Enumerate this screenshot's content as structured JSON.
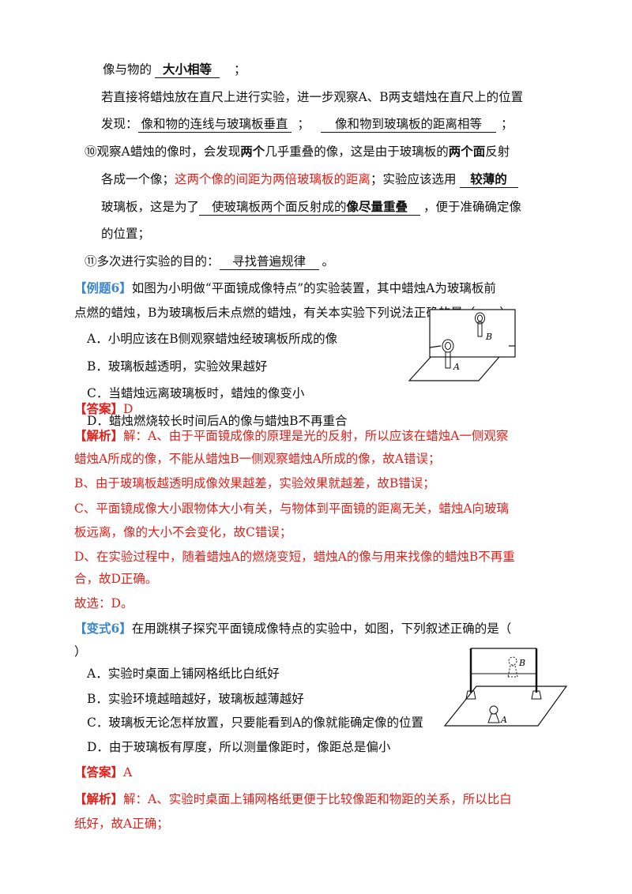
{
  "p1": {
    "a_pre": "像与物的",
    "a_ans": "大小相等",
    "a_post": "；",
    "b": "若直接将蜡烛放在直尺上进行实验，进一步观察A、B两支蜡烛在直尺上的位置",
    "c_pre": "发现：",
    "c_ans1": "像和物的连线与玻璃板垂直",
    "c_mid": "；",
    "c_ans2": "像和物到玻璃板的距离相等",
    "c_post": "；",
    "d_pre": "⑩观察A蜡烛的像时，会发现",
    "d_b1": "两个",
    "d_mid": "几乎重叠的像，这是由于玻璃板的",
    "d_b2": "两个面",
    "d_post": "反射",
    "e_pre": "各成一个像；",
    "e_red": "这两个像的间距为两倍玻璃板的距离",
    "e_mid": "；实验应该选用",
    "e_ans": "较薄的",
    "f_pre": "玻璃板，这是为了",
    "f_ans_a": "使玻璃板两个面反射成的",
    "f_ans_b": "像尽量重叠",
    "f_post": "，便于准确确定像",
    "g": "的位置；",
    "h_pre": "⑪多次进行实验的目的：",
    "h_ans": "寻找普遍规律",
    "h_post": "。"
  },
  "ex6": {
    "tag": "【例题6】",
    "q1": "如图为小明做“平面镜成像特点”的实验装置，其中蜡烛A为玻璃板前",
    "q2": "点燃的蜡烛，B为玻璃板后未点燃的蜡烛，有关本实验下列说法正确的是（　　）",
    "options": [
      "A．小明应该在B侧观察蜡烛经玻璃板所成的像",
      "B．玻璃板越透明，实验效果越好",
      "C．当蜡烛远离玻璃板时，蜡烛的像变小",
      "D．蜡烛燃烧较长时间后A的像与蜡烛B不再重合"
    ],
    "fig_label_a": "A",
    "fig_label_b": "B",
    "answer_tag": "【答案】",
    "answer": "D",
    "analysis_tag": "【解析】",
    "analysis": [
      "解：A、由于平面镜成像的原理是光的反射，所以应该在蜡烛A一侧观察",
      "蜡烛A所成的像，不能从蜡烛B一侧观察蜡烛A所成的像，故A错误；",
      "B、由于玻璃板越透明成像效果越差，实验效果就越差，故B错误；",
      "C、平面镜成像大小跟物体大小有关，与物体到平面镜的距离无关，蜡烛A向玻璃",
      "板远离，像的大小不会变化，故C错误；",
      "D、在实验过程中，随着蜡烛A的燃烧变短，蜡烛A的像与用来找像的蜡烛B不再重",
      "合，故D正确。",
      "故选：D。"
    ]
  },
  "var6": {
    "tag": "【变式6】",
    "q1": "在用跳棋子探究平面镜成像特点的实验中，如图，下列叙述正确的是（",
    "q2": "）",
    "options": [
      "A．实验时桌面上铺网格纸比白纸好",
      "B．实验环境越暗越好，玻璃板越薄越好",
      "C．玻璃板无论怎样放置，只要能看到A的像就能确定像的位置",
      "D．由于玻璃板有厚度，所以测量像距时，像距总是偏小"
    ],
    "fig_label_a": "A",
    "fig_label_b": "B",
    "answer_tag": "【答案】",
    "answer": "A",
    "analysis_tag": "【解析】",
    "analysis": [
      "解：A、实验时桌面上铺网格纸更便于比较像距和物距的关系，所以比白",
      "纸好，故A正确；"
    ]
  }
}
